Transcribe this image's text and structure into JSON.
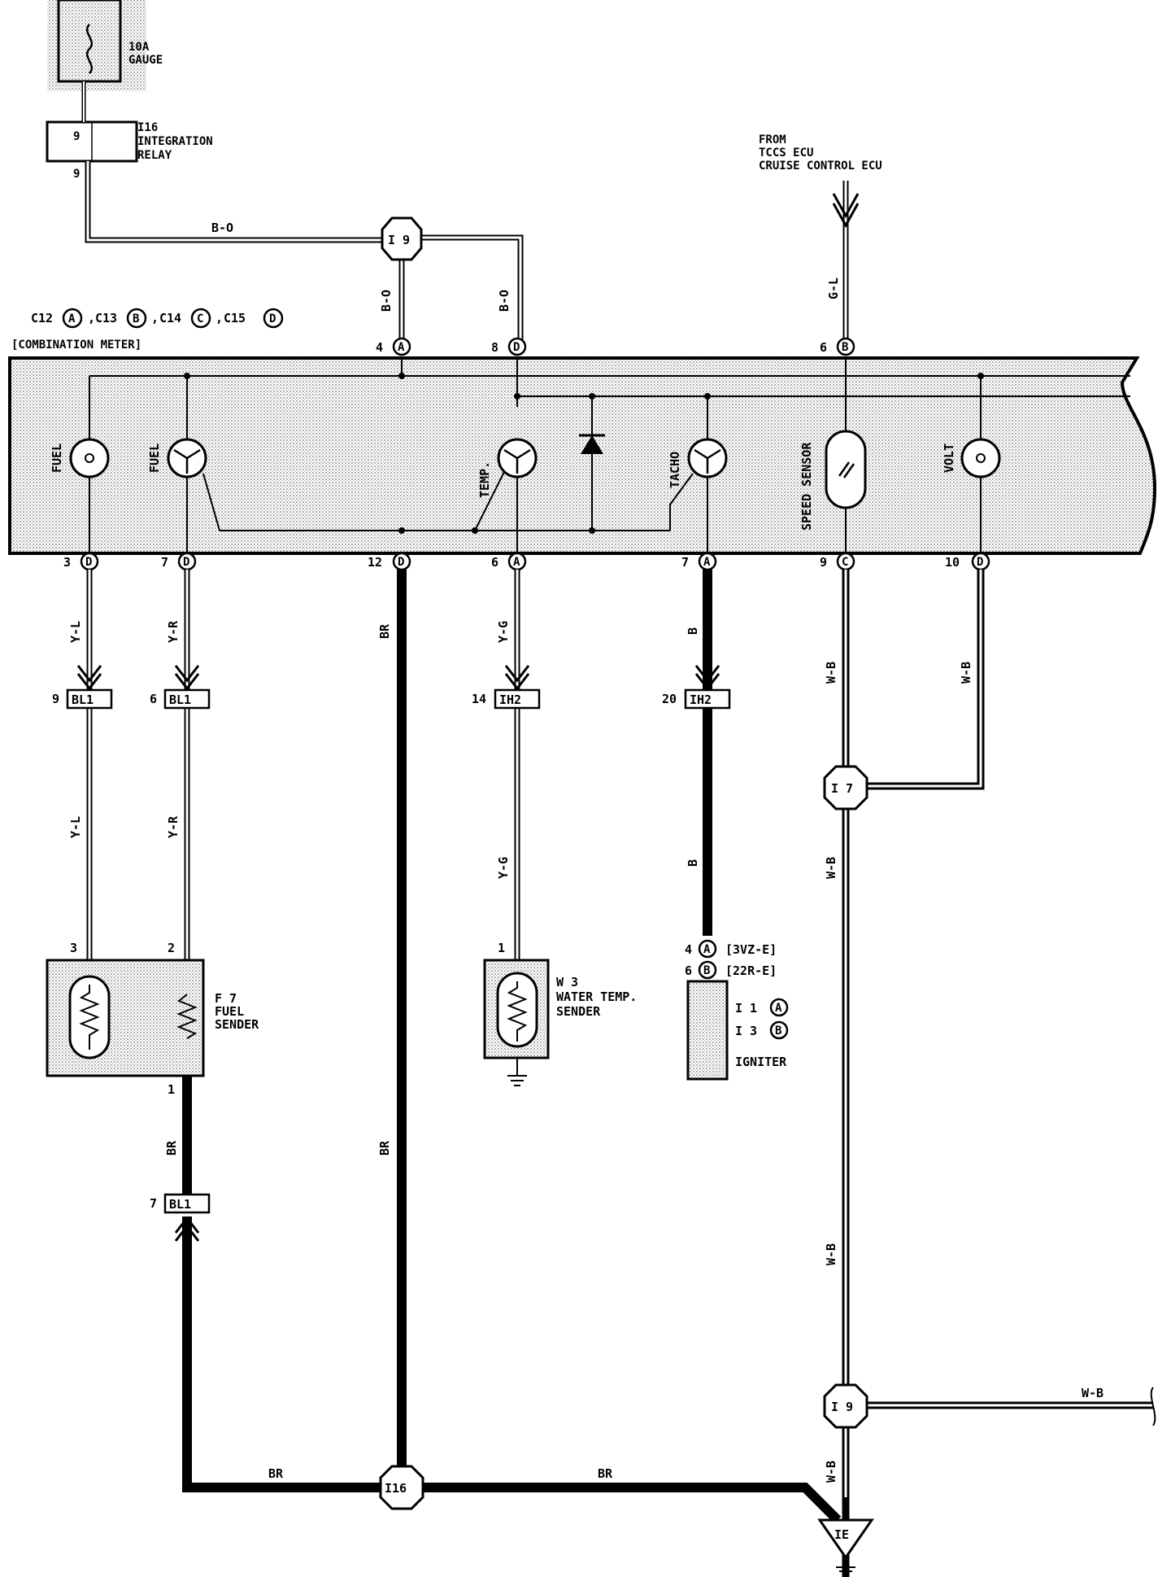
{
  "fuse": {
    "label1": "10A",
    "label2": "GAUGE"
  },
  "relay": {
    "code": "I16",
    "name1": "INTEGRATION",
    "name2": "RELAY",
    "pin_box": "9",
    "pin_out": "9"
  },
  "from": {
    "l1": "FROM",
    "l2": "TCCS ECU",
    "l3": "CRUISE CONTROL ECU"
  },
  "meter": {
    "conn_c12": "C12",
    "conn_c13": "C13",
    "conn_c14": "C14",
    "conn_c15": "C15",
    "conn_a": "A",
    "conn_b": "B",
    "conn_c": "C",
    "conn_d": "D",
    "title": "[COMBINATION METER]",
    "gauges": {
      "fuel_lamp": "FUEL",
      "fuel": "FUEL",
      "temp": "TEMP.",
      "tacho": "TACHO",
      "speed": "SPEED SENSOR",
      "volt": "VOLT"
    },
    "top_pins": [
      {
        "num": "4",
        "conn": "A"
      },
      {
        "num": "8",
        "conn": "D"
      },
      {
        "num": "6",
        "conn": "B"
      }
    ],
    "bottom_pins": [
      {
        "num": "3",
        "conn": "D"
      },
      {
        "num": "7",
        "conn": "D"
      },
      {
        "num": "12",
        "conn": "D"
      },
      {
        "num": "6",
        "conn": "A"
      },
      {
        "num": "7",
        "conn": "A"
      },
      {
        "num": "9",
        "conn": "C"
      },
      {
        "num": "10",
        "conn": "D"
      }
    ]
  },
  "splices": {
    "i9_top": "I 9",
    "i7": "I 7",
    "i9_bot": "I 9",
    "i16": "I16",
    "ie": "IE"
  },
  "wires": {
    "bo_h": "B-O",
    "bo_v1": "B-O",
    "bo_v2": "B-O",
    "gl": "G-L",
    "yl1": "Y-L",
    "yr1": "Y-R",
    "br_mid": "BR",
    "yg1": "Y-G",
    "b1": "B",
    "wb1": "W-B",
    "wb2": "W-B",
    "yl2": "Y-L",
    "yr2": "Y-R",
    "yg2": "Y-G",
    "b2": "B",
    "wb3": "W-B",
    "br_mid2": "BR",
    "br_left": "BR",
    "wb4": "W-B",
    "wb_right": "W-B",
    "wb5": "W-B",
    "br_bot1": "BR",
    "br_bot2": "BR"
  },
  "junctions": [
    {
      "pin": "9",
      "code": "BL1"
    },
    {
      "pin": "6",
      "code": "BL1"
    },
    {
      "pin": "14",
      "code": "IH2"
    },
    {
      "pin": "20",
      "code": "IH2"
    },
    {
      "pin": "7",
      "code": "BL1"
    }
  ],
  "fuel_sender": {
    "code": "F 7",
    "name1": "FUEL",
    "name2": "SENDER",
    "pin3": "3",
    "pin2": "2",
    "pin1": "1"
  },
  "water_sender": {
    "code": "W 3",
    "name1": "WATER TEMP.",
    "name2": "SENDER",
    "pin1": "1"
  },
  "igniter": {
    "pin_a": "4",
    "conn_a": "A",
    "var_a": "[3VZ-E]",
    "pin_b": "6",
    "conn_b": "B",
    "var_b": "[22R-E]",
    "i1": "I 1",
    "i1_conn": "A",
    "i3": "I 3",
    "i3_conn": "B",
    "name": "IGNITER"
  }
}
